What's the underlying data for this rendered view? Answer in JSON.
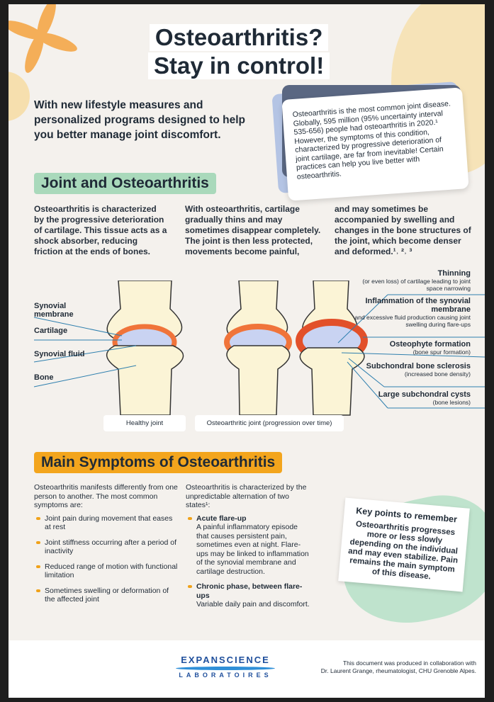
{
  "title": {
    "line1": "Osteoarthritis?",
    "line2": "Stay in control!"
  },
  "intro": "With new lifestyle measures and personalized programs designed to help you better manage joint discomfort.",
  "info_card": "Osteoarthritis is the most common joint disease. Globally, 595 million (95% uncertainty interval 535-656) people had osteoarthritis in 2020.¹ However, the symptoms of this condition, characterized by progressive deterioration of joint cartilage, are far from inevitable! Certain practices can help you live better with osteoarthritis.",
  "section1": {
    "heading": "Joint and Osteoarthritis",
    "col1": "Osteoarthritis is characterized by the progressive deterioration of cartilage. This tissue acts as a shock absorber, reducing friction at the ends of bones.",
    "col2": "With osteoarthritis, cartilage gradually thins and may sometimes disappear completely. The joint is then less protected, movements become painful,",
    "col3": "and may sometimes be accompanied by swelling and changes in the bone structures of the joint, which become denser and deformed.¹˒ ²˒ ³"
  },
  "diagram": {
    "left_labels": [
      "Synovial membrane",
      "Cartilage",
      "Synovial fluid",
      "Bone"
    ],
    "right_labels": [
      {
        "title": "Thinning",
        "note": "(or even loss) of cartilage leading to joint space narrowing"
      },
      {
        "title": "Inflammation of the synovial membrane",
        "note": "and excessive fluid production causing joint swelling during flare-ups"
      },
      {
        "title": "Osteophyte formation",
        "note": "(bone spur formation)"
      },
      {
        "title": "Subchondral bone sclerosis",
        "note": "(increased bone density)"
      },
      {
        "title": "Large subchondral cysts",
        "note": "(bone lesions)"
      }
    ],
    "caption_healthy": "Healthy joint",
    "caption_oa": "Osteoarthritic joint (progression over time)"
  },
  "section2": {
    "heading": "Main Symptoms of Osteoarthritis",
    "intro": "Osteoarthritis manifests differently from one person to another. The most common symptoms are:",
    "symptoms": [
      "Joint pain during movement that eases at rest",
      "Joint stiffness occurring after a period of inactivity",
      "Reduced range of motion with functional limitation",
      "Sometimes swelling or deformation of the affected joint"
    ],
    "states_intro": "Osteoarthritis is characterized by the unpredictable alternation of two states¹:",
    "states": [
      {
        "title": "Acute flare-up",
        "text": "A painful inflammatory episode that causes persistent pain, sometimes even at night. Flare-ups may be linked to inflammation of the synovial membrane and cartilage destruction."
      },
      {
        "title": "Chronic phase, between flare-ups",
        "text": "Variable daily pain and discomfort."
      }
    ]
  },
  "key_points": {
    "title": "Key points to remember",
    "text": "Osteoarthritis progresses more or less slowly depending on the individual and may even stabilize. Pain remains the main symptom of this disease."
  },
  "footer": {
    "logo_top": "EXPANSCIENCE",
    "logo_bottom": "LABORATOIRES",
    "credit_line1": "This document was produced in collaboration with",
    "credit_line2": "Dr. Laurent Grange, rheumatologist, CHU Grenoble Alpes."
  },
  "colors": {
    "navy": "#1f2a36",
    "green": "#9fd3b2",
    "orange": "#f3a51d",
    "cartilage": "#f0743a",
    "fluid": "#c9d3f2",
    "bone": "#fbf4d6"
  }
}
